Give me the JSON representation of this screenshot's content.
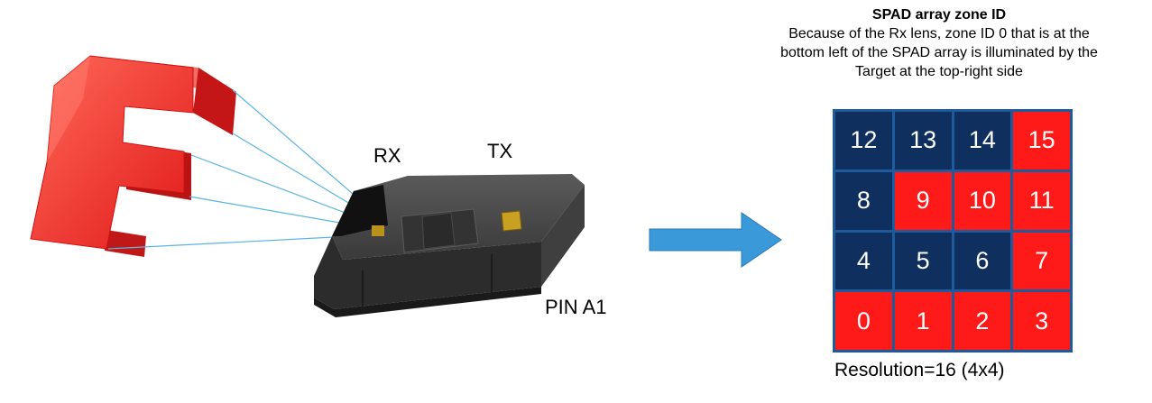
{
  "diagram": {
    "title": "SPAD array zone ID",
    "description_lines": [
      "Because of the Rx lens, zone ID 0 that is at the",
      "bottom left of the SPAD array is illuminated by the",
      "Target at the top-right side"
    ],
    "sensor_labels": {
      "rx": "RX",
      "tx": "TX",
      "pin": "PIN A1"
    },
    "resolution": "Resolution=16 (4x4)",
    "colors": {
      "blue_zone": "#0f2f5f",
      "red_zone": "#ff1a1a",
      "grid_line": "#1e5a9c",
      "arrow": "#3a9ad9",
      "target": "#f0302a",
      "beam": "#5ab4e0"
    },
    "zones": [
      {
        "id": "12",
        "color": "blue"
      },
      {
        "id": "13",
        "color": "blue"
      },
      {
        "id": "14",
        "color": "blue"
      },
      {
        "id": "15",
        "color": "red"
      },
      {
        "id": "8",
        "color": "blue"
      },
      {
        "id": "9",
        "color": "red"
      },
      {
        "id": "10",
        "color": "red"
      },
      {
        "id": "11",
        "color": "red"
      },
      {
        "id": "4",
        "color": "blue"
      },
      {
        "id": "5",
        "color": "blue"
      },
      {
        "id": "6",
        "color": "blue"
      },
      {
        "id": "7",
        "color": "red"
      },
      {
        "id": "0",
        "color": "red"
      },
      {
        "id": "1",
        "color": "red"
      },
      {
        "id": "2",
        "color": "red"
      },
      {
        "id": "3",
        "color": "red"
      }
    ]
  }
}
